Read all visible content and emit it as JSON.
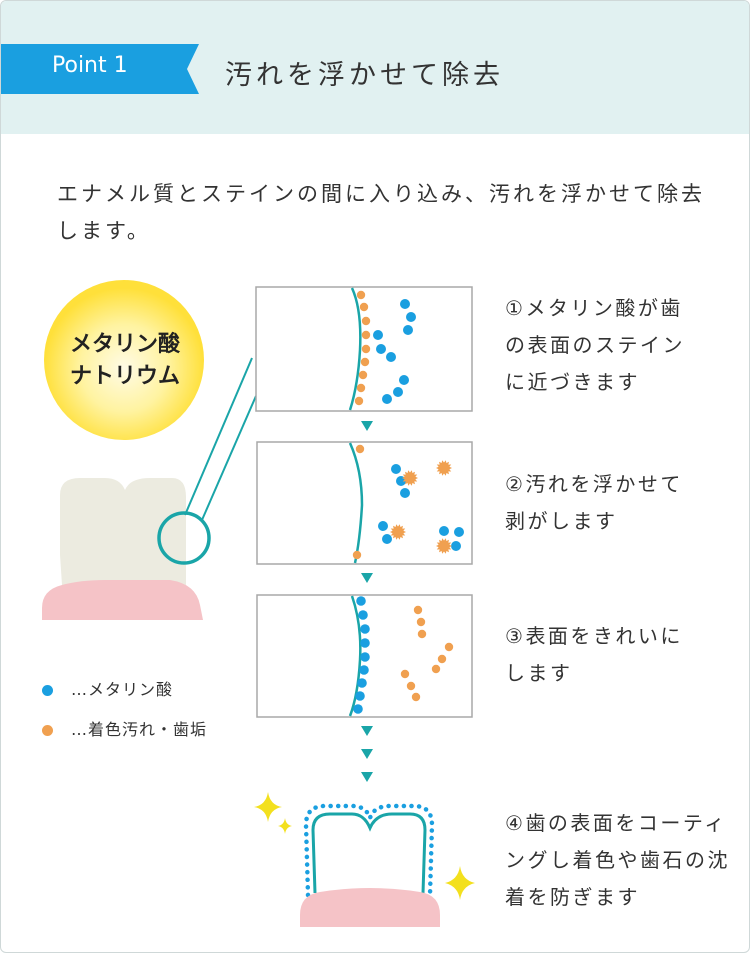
{
  "header": {
    "badge": "Point 1",
    "title": "汚れを浮かせて除去"
  },
  "intro": "エナメル質とステインの間に入り込み、汚れを浮かせて除去します。",
  "ingredient": {
    "line1": "メタリン酸",
    "line2": "ナトリウム"
  },
  "steps": [
    {
      "number": "①",
      "text": "メタリン酸が歯の表面のステインに近づきます"
    },
    {
      "number": "②",
      "text": "汚れを浮かせて剥がします"
    },
    {
      "number": "③",
      "text": "表面をきれいにします"
    },
    {
      "number": "④",
      "text": "歯の表面をコーティングし着色や歯石の沈着を防ぎます"
    }
  ],
  "legend": [
    {
      "label": "…メタリン酸",
      "color": "#1a9fe0"
    },
    {
      "label": "…着色汚れ・歯垢",
      "color": "#f0a050"
    }
  ],
  "colors": {
    "badge": "#1a9fe0",
    "header_bg": "#e1f1f1",
    "enamel_line": "#1aa5a8",
    "arrow": "#1aa5a8",
    "gum": "#f5c3c7",
    "tooth": "#ecebe0",
    "sparkle": "#f3e01e",
    "ingredient_gradient": "#ffe03a"
  }
}
